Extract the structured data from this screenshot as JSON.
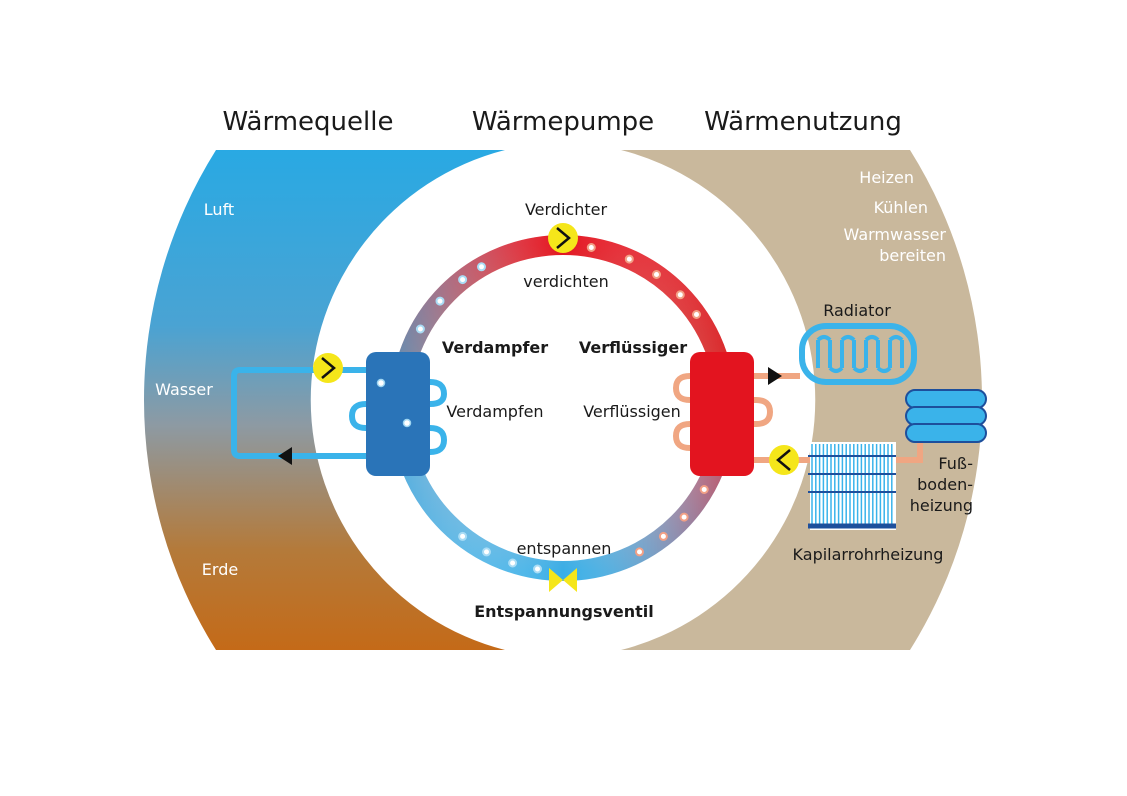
{
  "headers": {
    "source": "Wärmequelle",
    "pump": "Wärmepumpe",
    "use": "Wärmenutzung"
  },
  "sources": {
    "air": "Luft",
    "water": "Wasser",
    "earth": "Erde"
  },
  "uses": {
    "heating": "Heizen",
    "cooling": "Kühlen",
    "hot_water_line1": "Warmwasser",
    "hot_water_line2": "bereiten"
  },
  "cycle": {
    "compressor": "Verdichter",
    "compress": "verdichten",
    "evaporator": "Verdampfer",
    "evaporate": "Verdampfen",
    "condenser": "Verflüssiger",
    "condense": "Verflüssigen",
    "expand": "entspannen",
    "expansion_valve": "Entspannungsventil"
  },
  "emitters": {
    "radiator": "Radiator",
    "floor_line1": "Fuß-",
    "floor_line2": "boden-",
    "floor_line3": "heizung",
    "capillary": "Kapilarrohrheizung"
  },
  "colors": {
    "source_top": "#2aa8e2",
    "source_mid": "#8a9aa6",
    "source_bottom": "#c46a18",
    "use_band": "#c9b89c",
    "hot": "#e3141f",
    "cold": "#3aaee6",
    "evaporator_block": "#2a74b8",
    "condenser_block": "#e3141f",
    "pump_yellow": "#f5e61a",
    "pipe_cold": "#3ab3ea",
    "pipe_warm": "#f0a682"
  }
}
